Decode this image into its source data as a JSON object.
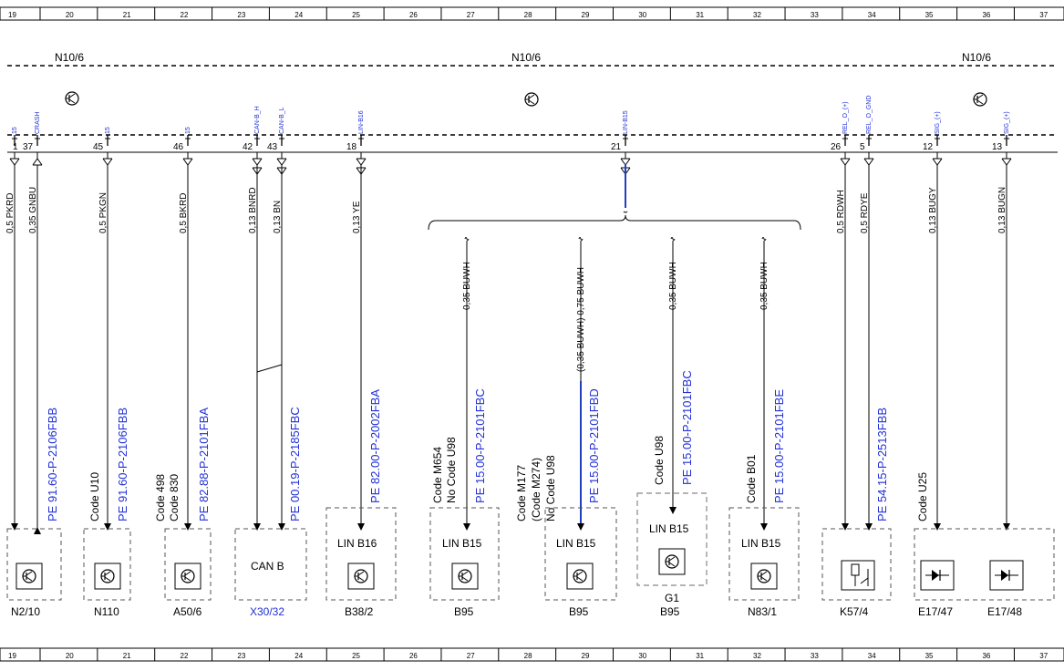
{
  "ruler": {
    "numbers": [
      "19",
      "20",
      "21",
      "22",
      "23",
      "24",
      "25",
      "26",
      "27",
      "28",
      "29",
      "30",
      "31",
      "32",
      "33",
      "34",
      "35",
      "36",
      "37"
    ]
  },
  "connector_labels": [
    "N10/6",
    "N10/6",
    "N10/6"
  ],
  "signals": [
    {
      "pin": "1",
      "signal": "15",
      "wire": "0,5 PKRD"
    },
    {
      "pin": "37",
      "signal": "CRASH",
      "wire": "0,35 GNBU"
    },
    {
      "pin": "45",
      "signal": "15",
      "wire": "0,5 PKGN"
    },
    {
      "pin": "46",
      "signal": "15",
      "wire": "0,5 BKRD"
    },
    {
      "pin": "42",
      "signal": "CAN-B_H",
      "wire": "0,13 BNRD"
    },
    {
      "pin": "43",
      "signal": "CAN-B_L",
      "wire": "0,13 BN"
    },
    {
      "pin": "18",
      "signal": "LIN-B16",
      "wire": "0,13 YE"
    },
    {
      "pin": "21",
      "signal": "LIN-B15",
      "wire": ""
    },
    {
      "pin": "26",
      "signal": "REL_O_(+)",
      "wire": "0,5 RDWH"
    },
    {
      "pin": "5",
      "signal": "REL_O_GND",
      "wire": "0,5 RDYE"
    },
    {
      "pin": "12",
      "signal": "SIG_(+)",
      "wire": "0,13 BUGY"
    },
    {
      "pin": "13",
      "signal": "SIG_(+)",
      "wire": "0,13 BUGN"
    }
  ],
  "branch_wires": [
    "0,35 BUWH",
    "(0,35 BUWH) 0,75 BUWH",
    "0,35 BUWH",
    "0,35 BUWH"
  ],
  "references": [
    "PE 91.60-P-2106FBB",
    "PE 91.60-P-2106FBB",
    "PE 82.88-P-2101FBA",
    "PE 00.19-P-2185FBC",
    "PE 82.00-P-2002FBA",
    "PE 15.00-P-2101FBC",
    "PE 15.00-P-2101FBD",
    "PE 15.00-P-2101FBC",
    "PE 15.00-P-2101FBE",
    "PE 54.15-P-2513FBB"
  ],
  "codes": {
    "n110": "Code U10",
    "a50_6": [
      "Code 498",
      "Code 830"
    ],
    "b95_a": [
      "Code M654",
      "No Code U98"
    ],
    "b95_b": [
      "Code M177",
      "(Code M274)",
      "No Code U98"
    ],
    "g1": "Code U98",
    "n83_1": "Code B01",
    "e17": "Code U25"
  },
  "box_labels": [
    "CAN B",
    "LIN B16",
    "LIN B15",
    "LIN B15",
    "LIN B15",
    "LIN B15"
  ],
  "components": [
    "N2/10",
    "N110",
    "A50/6",
    "X30/32",
    "B38/2",
    "B95",
    "B95",
    "G1",
    "B95",
    "N83/1",
    "K57/4",
    "E17/47",
    "E17/48"
  ],
  "colors": {
    "reference": "#1f2fd6",
    "wire_highlight": "#1f3fbf"
  },
  "icons": [
    "transistor-icon",
    "relay-icon",
    "led-icon"
  ]
}
